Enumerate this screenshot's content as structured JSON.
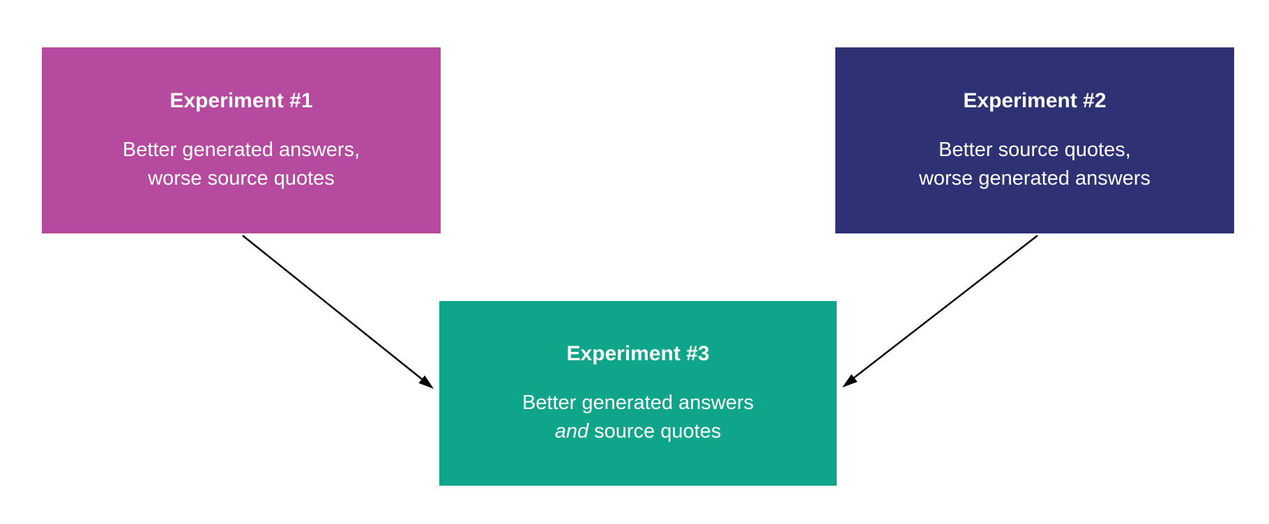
{
  "diagram": {
    "background_color": "#ffffff",
    "arrow_color": "#000000",
    "nodes": [
      {
        "id": "experiment-1",
        "title": "Experiment #1",
        "body_lines": [
          "Better generated answers,",
          "worse source quotes"
        ],
        "color": "#b54a9e",
        "text_color": "#ffffff"
      },
      {
        "id": "experiment-2",
        "title": "Experiment #2",
        "body_lines": [
          "Better source quotes,",
          "worse generated answers"
        ],
        "color": "#2e3173",
        "text_color": "#ffffff"
      },
      {
        "id": "experiment-3",
        "title": "Experiment #3",
        "body_line1": "Better generated answers",
        "body_line2_italic": "and",
        "body_line2_rest": " source quotes",
        "color": "#0ea58a",
        "text_color": "#ffffff"
      }
    ],
    "edges": [
      {
        "from": "experiment-1",
        "to": "experiment-3"
      },
      {
        "from": "experiment-2",
        "to": "experiment-3"
      }
    ]
  }
}
